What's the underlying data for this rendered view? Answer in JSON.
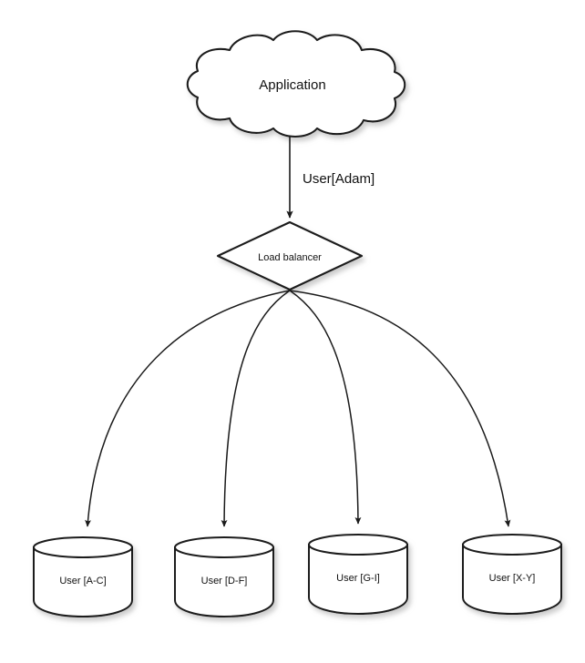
{
  "diagram": {
    "title_text_present": false,
    "background_color": "#ffffff",
    "stroke_color": "#1a1a1a",
    "fill_color": "#ffffff",
    "shadow_color": "#9a9a9a",
    "nodes": {
      "application": {
        "label": "Application",
        "shape": "cloud",
        "font_size": 15
      },
      "load_balancer": {
        "label": "Load balancer",
        "shape": "diamond",
        "font_size": 11
      },
      "databases": [
        {
          "label": "User [A-C]",
          "shape": "cylinder",
          "font_size": 11
        },
        {
          "label": "User [D-F]",
          "shape": "cylinder",
          "font_size": 11
        },
        {
          "label": "User [G-I]",
          "shape": "cylinder",
          "font_size": 11
        },
        {
          "label": "User [X-Y]",
          "shape": "cylinder",
          "font_size": 11
        }
      ]
    },
    "edges": {
      "app_to_balancer": {
        "label": "User[Adam]",
        "font_size": 15,
        "style": "straight-arrow"
      },
      "balancer_to_databases": {
        "label": "",
        "count": 4,
        "style": "curved-arrow"
      }
    }
  }
}
